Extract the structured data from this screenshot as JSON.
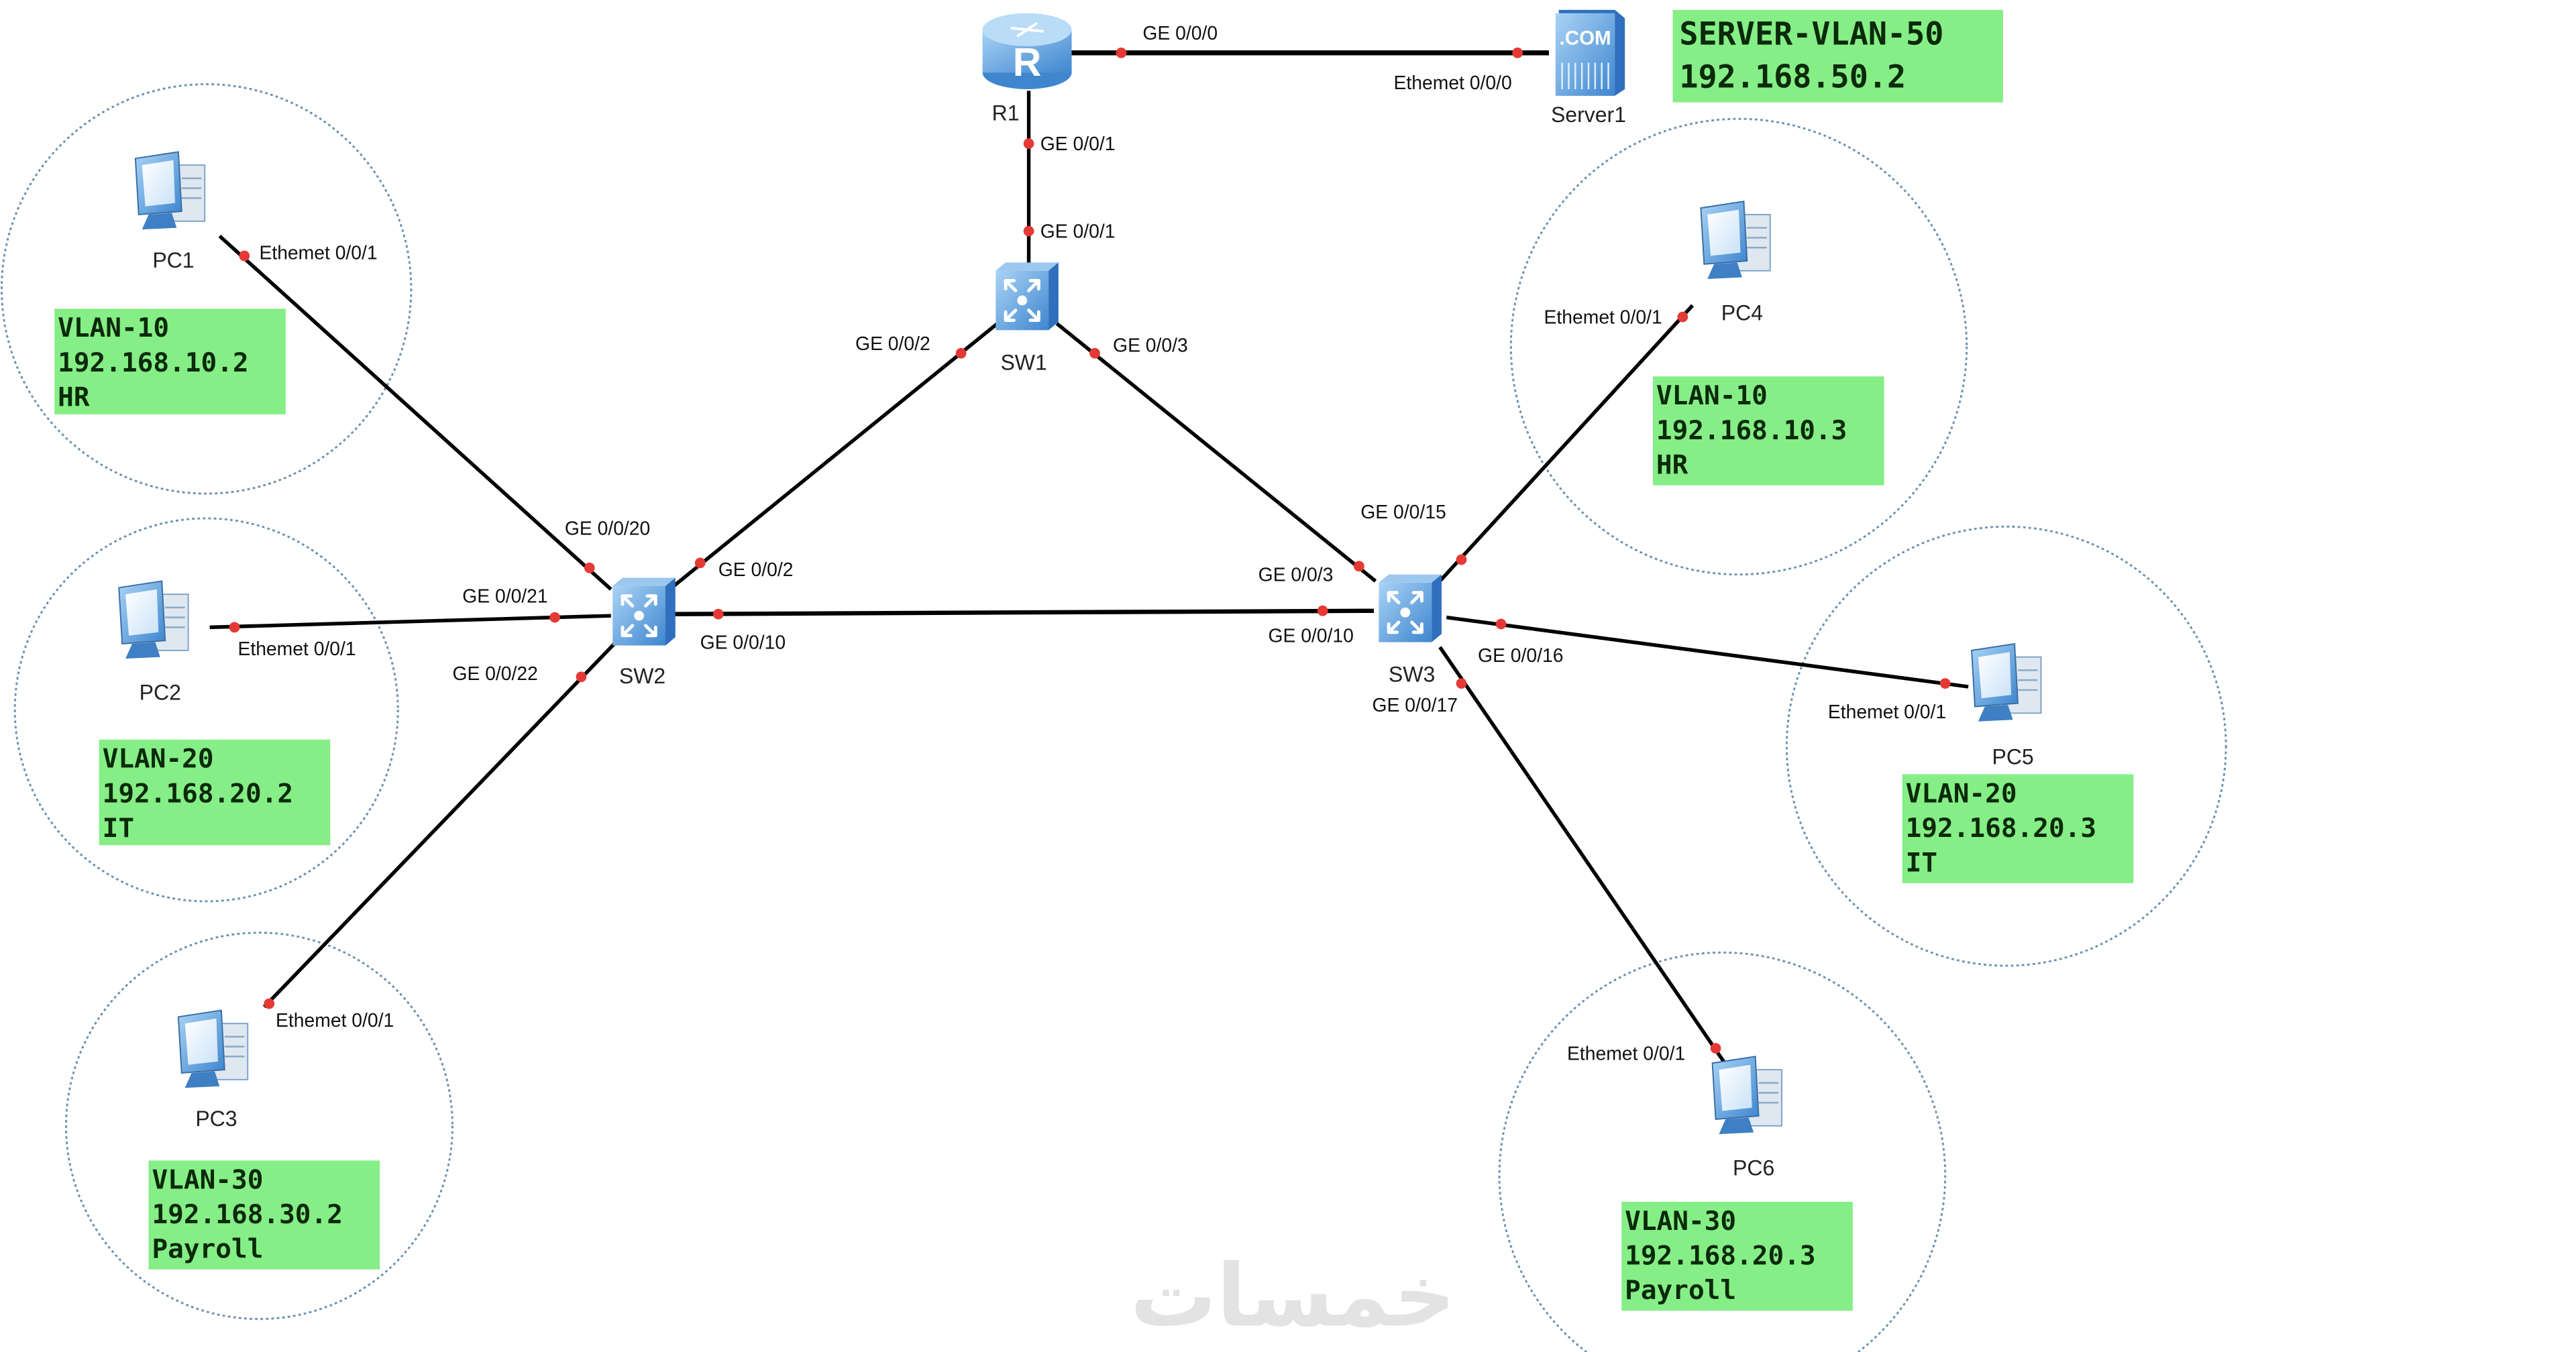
{
  "diagram": {
    "type": "network-topology",
    "colors": {
      "link": "#000000",
      "port_dot": "#e53935",
      "info_box": "#86ee86",
      "vlan_circle": "#6a8fb0",
      "device_blue": "#3f86cf"
    },
    "devices": {
      "r1": {
        "label": "R1",
        "type": "router",
        "icon": "router-icon"
      },
      "server1": {
        "label": "Server1",
        "type": "server",
        "icon": "server-icon",
        "badge": ".COM"
      },
      "sw1": {
        "label": "SW1",
        "type": "switch",
        "icon": "switch-icon"
      },
      "sw2": {
        "label": "SW2",
        "type": "switch",
        "icon": "switch-icon"
      },
      "sw3": {
        "label": "SW3",
        "type": "switch",
        "icon": "switch-icon"
      },
      "pc1": {
        "label": "PC1",
        "type": "pc",
        "icon": "pc-icon"
      },
      "pc2": {
        "label": "PC2",
        "type": "pc",
        "icon": "pc-icon"
      },
      "pc3": {
        "label": "PC3",
        "type": "pc",
        "icon": "pc-icon"
      },
      "pc4": {
        "label": "PC4",
        "type": "pc",
        "icon": "pc-icon"
      },
      "pc5": {
        "label": "PC5",
        "type": "pc",
        "icon": "pc-icon"
      },
      "pc6": {
        "label": "PC6",
        "type": "pc",
        "icon": "pc-icon"
      }
    },
    "links": [
      {
        "from": "R1",
        "from_port": "GE 0/0/0",
        "to": "Server1",
        "to_port": "Ethemet 0/0/0"
      },
      {
        "from": "R1",
        "from_port": "GE 0/0/1",
        "to": "SW1",
        "to_port": "GE 0/0/1"
      },
      {
        "from": "SW1",
        "from_port": "GE 0/0/2",
        "to": "SW2",
        "to_port": "GE 0/0/2"
      },
      {
        "from": "SW1",
        "from_port": "GE 0/0/3",
        "to": "SW3",
        "to_port": "GE 0/0/3"
      },
      {
        "from": "SW2",
        "from_port": "GE 0/0/10",
        "to": "SW3",
        "to_port": "GE 0/0/10"
      },
      {
        "from": "SW2",
        "from_port": "GE 0/0/20",
        "to": "PC1",
        "to_port": "Ethemet 0/0/1"
      },
      {
        "from": "SW2",
        "from_port": "GE 0/0/21",
        "to": "PC2",
        "to_port": "Ethemet 0/0/1"
      },
      {
        "from": "SW2",
        "from_port": "GE 0/0/22",
        "to": "PC3",
        "to_port": "Ethemet 0/0/1"
      },
      {
        "from": "SW3",
        "from_port": "GE 0/0/15",
        "to": "PC4",
        "to_port": "Ethemet 0/0/1"
      },
      {
        "from": "SW3",
        "from_port": "GE 0/0/16",
        "to": "PC5",
        "to_port": "Ethemet 0/0/1"
      },
      {
        "from": "SW3",
        "from_port": "GE 0/0/17",
        "to": "PC6",
        "to_port": "Ethemet 0/0/1"
      }
    ],
    "port_labels": {
      "r1_ge000": "GE 0/0/0",
      "server1_eth000": "Ethemet 0/0/0",
      "r1_ge001": "GE 0/0/1",
      "sw1_ge001": "GE 0/0/1",
      "sw1_ge002": "GE 0/0/2",
      "sw1_ge003": "GE 0/0/3",
      "sw2_ge0020": "GE 0/0/20",
      "sw2_ge002": "GE 0/0/2",
      "sw2_ge0021": "GE 0/0/21",
      "sw2_ge0010": "GE 0/0/10",
      "sw2_ge0022": "GE 0/0/22",
      "sw3_ge0015": "GE 0/0/15",
      "sw3_ge003": "GE 0/0/3",
      "sw3_ge0010": "GE 0/0/10",
      "sw3_ge0016": "GE 0/0/16",
      "sw3_ge0017": "GE 0/0/17",
      "pc1_eth": "Ethemet 0/0/1",
      "pc2_eth": "Ethemet 0/0/1",
      "pc3_eth": "Ethemet 0/0/1",
      "pc4_eth": "Ethemet 0/0/1",
      "pc5_eth": "Ethemet 0/0/1",
      "pc6_eth": "Ethemet 0/0/1"
    },
    "info_boxes": {
      "server": {
        "line1": "SERVER-VLAN-50",
        "line2": "192.168.50.2"
      },
      "pc1": {
        "vlan": "VLAN-10",
        "ip": "192.168.10.2",
        "dept": "HR"
      },
      "pc2": {
        "vlan": "VLAN-20",
        "ip": "192.168.20.2",
        "dept": "IT"
      },
      "pc3": {
        "vlan": "VLAN-30",
        "ip": "192.168.30.2",
        "dept": "Payroll"
      },
      "pc4": {
        "vlan": "VLAN-10",
        "ip": "192.168.10.3",
        "dept": "HR"
      },
      "pc5": {
        "vlan": "VLAN-20",
        "ip": "192.168.20.3",
        "dept": "IT"
      },
      "pc6": {
        "vlan": "VLAN-30",
        "ip": "192.168.20.3",
        "dept": "Payroll"
      }
    },
    "watermark": "خمسات"
  }
}
